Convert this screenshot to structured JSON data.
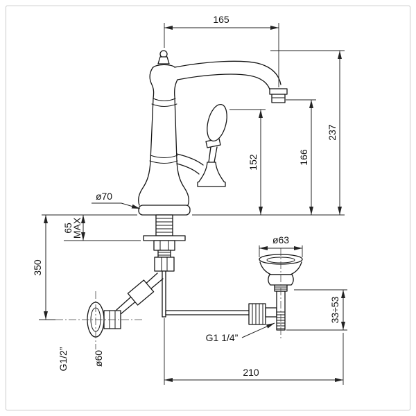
{
  "colors": {
    "line": "#151515",
    "dimension": "#222222",
    "centerline": "#444444",
    "border": "#c9c9c9",
    "background": "#ffffff"
  },
  "dimensions": {
    "spout_reach": "165",
    "overall_height": "237",
    "outlet_height": "166",
    "handle_height": "152",
    "base_diameter": "ø70",
    "max_deck_value": "65",
    "max_deck_label": "MAX",
    "supply_height": "350",
    "waste_flange_diameter": "ø63",
    "waste_adjust_range": "33÷53",
    "waste_thread": "G1  1/4”",
    "center_distance": "210",
    "supply_thread": "G1/2”",
    "wall_flange_diameter": "ø60"
  }
}
